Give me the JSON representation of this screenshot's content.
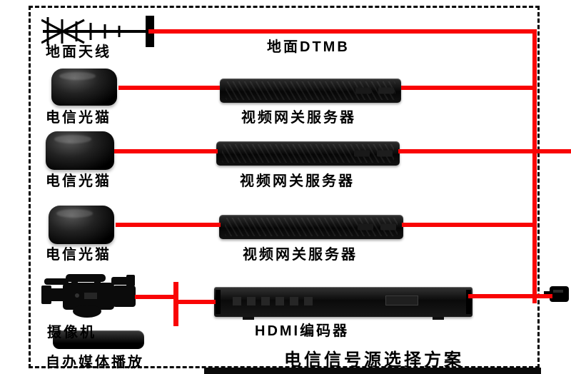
{
  "colors": {
    "wire": "#f90405",
    "device": "#0b0b0b",
    "border": "#000000",
    "background": "#ffffff"
  },
  "antenna": {
    "label": "地面天线",
    "icon": "yagi-antenna-icon"
  },
  "dtmb": {
    "label": "地面DTMB"
  },
  "rows": [
    {
      "modem_label": "电信光猫",
      "server_label": "视频网关服务器"
    },
    {
      "modem_label": "电信光猫",
      "server_label": "视频网关服务器"
    },
    {
      "modem_label": "电信光猫",
      "server_label": "视频网关服务器"
    }
  ],
  "camera": {
    "label": "摄像机",
    "icon": "camcorder-icon"
  },
  "encoder": {
    "label": "HDMI编码器",
    "icon": "rack-encoder-icon"
  },
  "media_player": {
    "label": "自办媒体播放",
    "icon": "media-player-box-icon"
  },
  "connector": {
    "icon": "rf-connector-icon"
  },
  "title": "电信信号源选择方案"
}
